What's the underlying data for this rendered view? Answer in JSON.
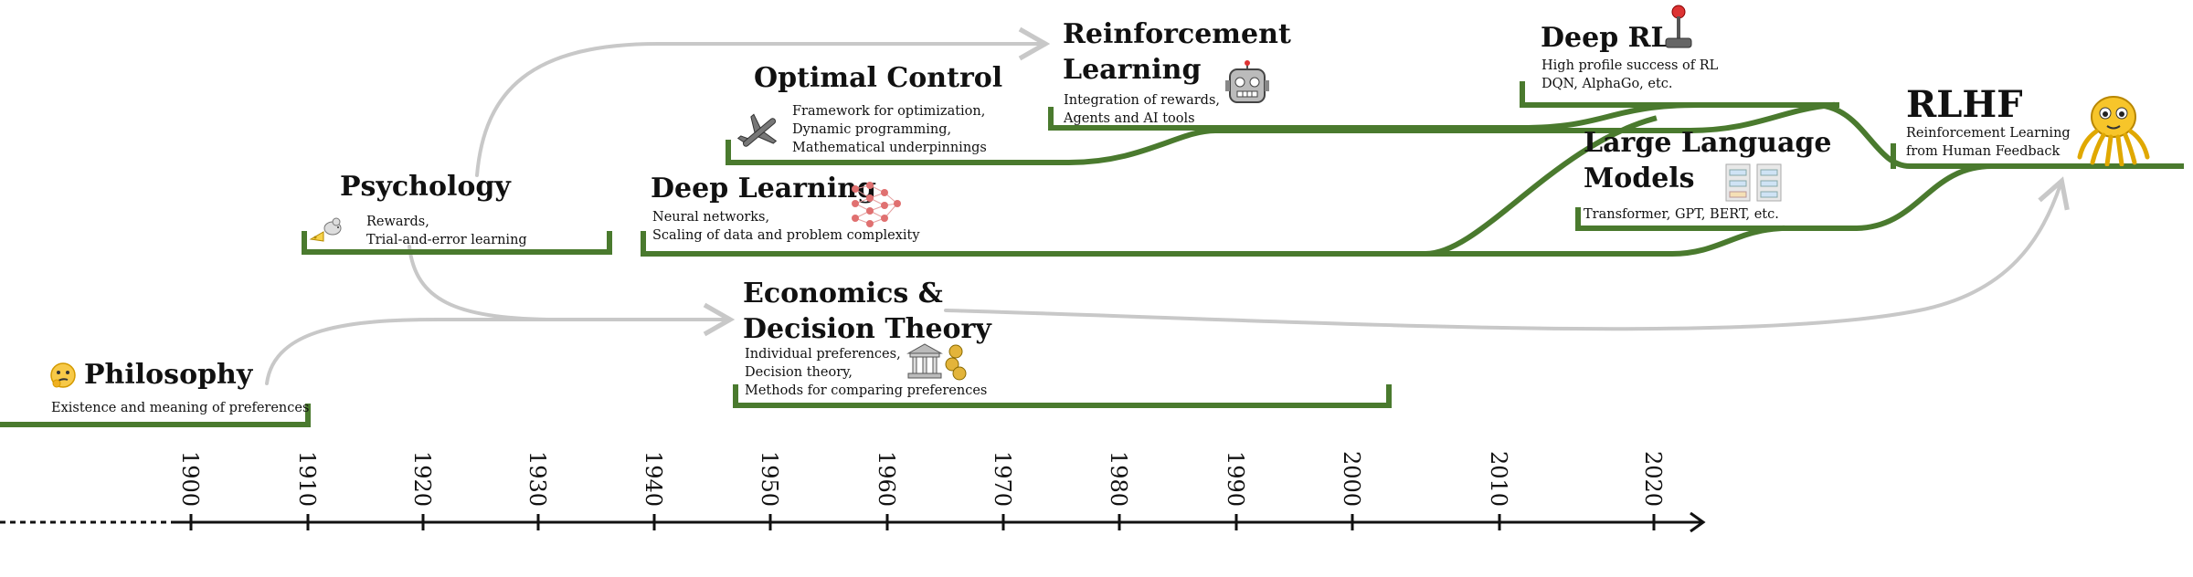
{
  "nodes": {
    "philosophy": {
      "title": "Philosophy",
      "desc": "Existence and meaning of preferences"
    },
    "psychology": {
      "title": "Psychology",
      "desc_lines": [
        "Rewards,",
        "Trial-and-error learning"
      ]
    },
    "economics": {
      "title_lines": [
        "Economics &",
        "Decision Theory"
      ],
      "desc_lines": [
        "Individual preferences,",
        "Decision theory,",
        "Methods for comparing preferences"
      ]
    },
    "optimal_control": {
      "title": "Optimal Control",
      "desc_lines": [
        "Framework for optimization,",
        "Dynamic programming,",
        "Mathematical underpinnings"
      ]
    },
    "deep_learning": {
      "title": "Deep Learning",
      "desc_lines": [
        "Neural networks,",
        "Scaling of data and problem complexity"
      ]
    },
    "reinforcement_learning": {
      "title_lines": [
        "Reinforcement",
        "Learning"
      ],
      "desc_lines": [
        "Integration of rewards,",
        "Agents and AI tools"
      ]
    },
    "deep_rl": {
      "title": "Deep RL",
      "desc_lines": [
        "High profile success of RL",
        "DQN, AlphaGo, etc."
      ]
    },
    "llm": {
      "title_lines": [
        "Large Language",
        "Models"
      ],
      "desc": "Transformer, GPT, BERT, etc."
    },
    "rlhf": {
      "title": "RLHF",
      "desc_lines": [
        "Reinforcement Learning",
        "from Human Feedback"
      ]
    }
  },
  "timeline": {
    "years": [
      "1900",
      "1910",
      "1920",
      "1930",
      "1940",
      "1950",
      "1960",
      "1970",
      "1980",
      "1990",
      "2000",
      "2010",
      "2020"
    ]
  },
  "icons": {
    "philosophy": "thinking-face-icon",
    "psychology": "mouse-cheese-icon",
    "economics": "bank-coins-icon",
    "optimal_control": "airplane-icon",
    "deep_learning": "neural-network-icon",
    "reinforcement_learning": "robot-icon",
    "deep_rl": "joystick-icon",
    "llm": "transformer-diagram-icon",
    "rlhf": "octopus-mascot-icon"
  },
  "colors": {
    "track": "#4a7a2e",
    "arrow": "#c8c8c8",
    "axis": "#111111"
  }
}
